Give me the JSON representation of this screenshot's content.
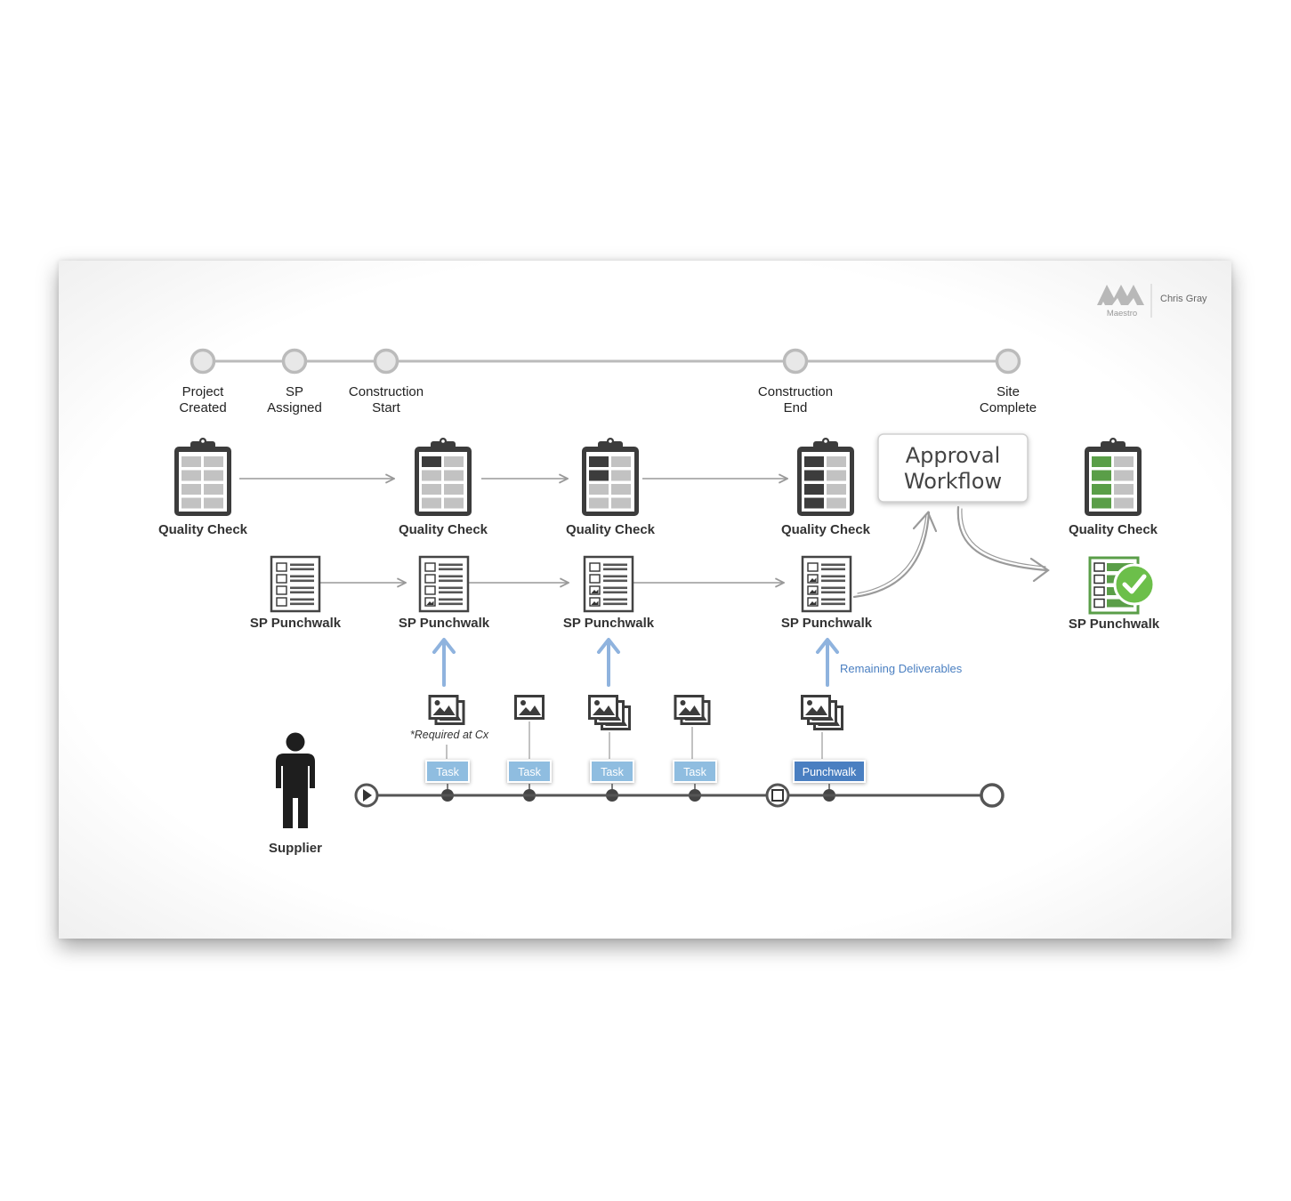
{
  "branding": {
    "logo_text": "Maestro",
    "author": "Chris Gray"
  },
  "milestones": [
    {
      "line1": "Project",
      "line2": "Created"
    },
    {
      "line1": "SP",
      "line2": "Assigned"
    },
    {
      "line1": "Construction",
      "line2": "Start"
    },
    {
      "line1": "Construction",
      "line2": "End"
    },
    {
      "line1": "Site",
      "line2": "Complete"
    }
  ],
  "quality_checks": [
    {
      "label": "Quality Check",
      "filled_rows": 0,
      "color": "#3c3c3c"
    },
    {
      "label": "Quality Check",
      "filled_rows": 1,
      "color": "#3c3c3c"
    },
    {
      "label": "Quality Check",
      "filled_rows": 2,
      "color": "#3c3c3c"
    },
    {
      "label": "Quality Check",
      "filled_rows": 4,
      "color": "#3c3c3c"
    },
    {
      "label": "Quality Check",
      "filled_rows": 4,
      "color": "#5a9e48"
    }
  ],
  "punchwalks": [
    {
      "label": "SP Punchwalk",
      "image_rows": 0
    },
    {
      "label": "SP Punchwalk",
      "image_rows": 1
    },
    {
      "label": "SP Punchwalk",
      "image_rows": 2
    },
    {
      "label": "SP Punchwalk",
      "image_rows": 3
    },
    {
      "label": "SP Punchwalk",
      "complete": true,
      "color": "#5a9e48",
      "check_color": "#6cbf4a"
    }
  ],
  "approval": {
    "line1": "Approval",
    "line2": "Workflow"
  },
  "remaining_deliverables": "Remaining Deliverables",
  "required_note": "*Required at Cx",
  "supplier_label": "Supplier",
  "tasks": [
    {
      "label": "Task",
      "color": "#8fbde0"
    },
    {
      "label": "Task",
      "color": "#8fbde0"
    },
    {
      "label": "Task",
      "color": "#8fbde0"
    },
    {
      "label": "Task",
      "color": "#8fbde0"
    },
    {
      "label": "Punchwalk",
      "color": "#4a7fc1"
    }
  ],
  "colors": {
    "arrow_blue": "#8fb3de",
    "timeline": "#555555",
    "top_line": "#bbbbbb"
  }
}
